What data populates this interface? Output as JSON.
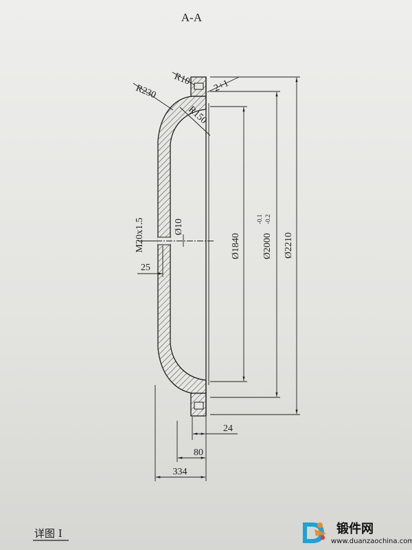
{
  "title": "A-A",
  "dimensions": {
    "r10": "R10",
    "r230": "R230",
    "r150": "R150",
    "gap": "2+1",
    "thread": "M20x1.5",
    "hole": "Ø10",
    "thread_depth": "25",
    "d1840": "Ø1840",
    "d2000": "Ø2000",
    "d2000_tol_upper": "-0.1",
    "d2000_tol_lower": "-0.2",
    "d2210": "Ø2210",
    "flange_width": "24",
    "flange_offset": "80",
    "overall_depth": "334"
  },
  "detail_label": "详图 I",
  "watermark": {
    "name": "锻件网",
    "url": "www.duanzaochina.com"
  },
  "colors": {
    "paper": "#e4e4e1",
    "ink": "#1e1e1e",
    "logo_blue": "#1aa3d9",
    "logo_orange": "#f08a1c",
    "logo_red": "#e23b2e"
  }
}
